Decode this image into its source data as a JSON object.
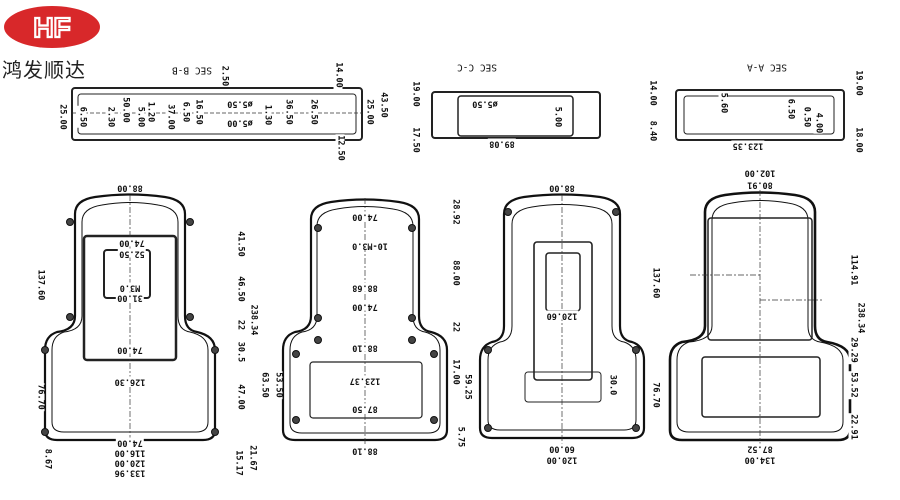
{
  "brand": {
    "logo_text": "HF",
    "name": "鸿发顺达",
    "logo_color": "#d8282a"
  },
  "sections": [
    {
      "title": "SEC B-B",
      "dims": [
        "25.00",
        "6.50",
        "2.30",
        "50.00",
        "5.00",
        "1.20",
        "37.00",
        "6.50",
        "16.50",
        "ø5.50",
        "ø5.00",
        "1.30",
        "36.50",
        "26.50",
        "14.00",
        "43.50",
        "25.00",
        "12.50",
        "2.50"
      ]
    },
    {
      "title": "SEC C-C",
      "dims": [
        "19.00",
        "17.50",
        "ø5.50",
        "5.00",
        "89.08"
      ]
    },
    {
      "title": "SEC A-A",
      "dims": [
        "14.00",
        "8.40",
        "5.60",
        "6.50",
        "0.50",
        "4.00",
        "19.00",
        "18.00",
        "123.35"
      ]
    }
  ],
  "views": [
    {
      "name": "bottom-case-inside",
      "dims": [
        "88.00",
        "74.00",
        "52.50",
        "M3.0",
        "31.00",
        "74.00",
        "126.30",
        "137.60",
        "76.70",
        "41.50",
        "46.50",
        "22",
        "30.5",
        "47.00",
        "238.34",
        "21.67",
        "15.17",
        "8.67",
        "74.00",
        "116.00",
        "120.00",
        "133.96"
      ]
    },
    {
      "name": "top-case-inside",
      "dims": [
        "28.92",
        "74.00",
        "10-M3.0",
        "88.00",
        "88.68",
        "74.00",
        "22",
        "88.10",
        "17.00",
        "59.25",
        "123.37",
        "53.50",
        "63.50",
        "87.50",
        "5.75",
        "88.10"
      ]
    },
    {
      "name": "back-view",
      "dims": [
        "88.00",
        "137.60",
        "120.60",
        "30.0",
        "76.70",
        "60.00",
        "120.00"
      ]
    },
    {
      "name": "front-view",
      "dims": [
        "102.00",
        "80.91",
        "114.91",
        "238.34",
        "29.29",
        "53.52",
        "22.91",
        "87.52",
        "134.00"
      ]
    }
  ]
}
